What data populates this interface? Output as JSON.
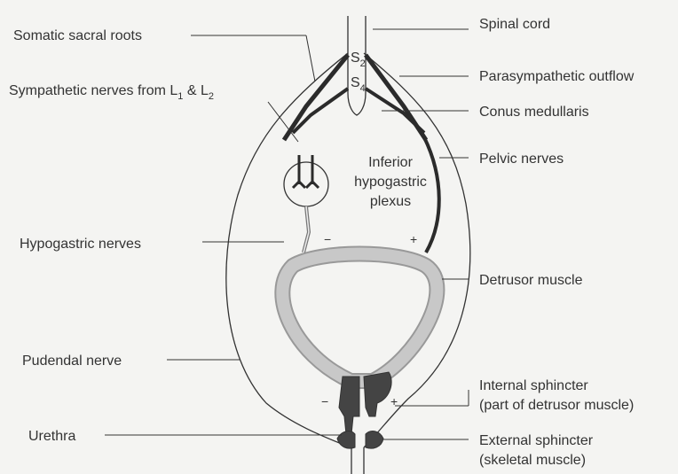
{
  "labels": {
    "somatic_sacral_roots": "Somatic sacral roots",
    "sympathetic_prefix": "Sympathetic nerves from L",
    "sympathetic_sub1": "1",
    "sympathetic_mid": " & L",
    "sympathetic_sub2": "2",
    "hypogastric_nerves": "Hypogastric nerves",
    "pudendal_nerve": "Pudendal nerve",
    "urethra": "Urethra",
    "spinal_cord": "Spinal cord",
    "parasympathetic_outflow": "Parasympathetic outflow",
    "conus_medullaris": "Conus medullaris",
    "pelvic_nerves": "Pelvic nerves",
    "detrusor_muscle": "Detrusor muscle",
    "internal_sphincter_1": "Internal sphincter",
    "internal_sphincter_2": "(part of detrusor muscle)",
    "external_sphincter_1": "External sphincter",
    "external_sphincter_2": "(skeletal muscle)",
    "plexus_1": "Inferior",
    "plexus_2": "hypogastric",
    "plexus_3": "plexus",
    "s2_letter": "S",
    "s2_sub": "2",
    "s4_letter": "S",
    "s4_sub": "4"
  },
  "signs": {
    "hypogastric": "−",
    "pelvic": "+",
    "internal_left": "−",
    "internal_right": "+"
  },
  "colors": {
    "line": "#333333",
    "nerve_dark": "#2b2b2b",
    "bladder_wall": "#b9b9b9",
    "sphincter": "#444444"
  }
}
